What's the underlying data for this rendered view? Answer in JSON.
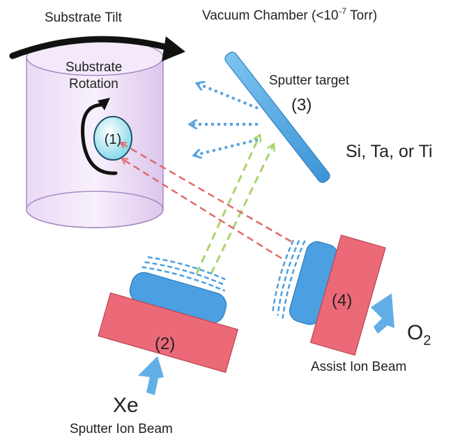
{
  "labels": {
    "substrate_tilt": "Substrate Tilt",
    "chamber_main": "Vacuum Chamber (<10",
    "chamber_exp": "-7",
    "chamber_tail": " Torr)",
    "substrate_rotation_1": "Substrate",
    "substrate_rotation_2": "Rotation",
    "substrate_num": "(1)",
    "sputter_target": "Sputter target",
    "target_num": "(3)",
    "target_material": "Si, Ta, or Ti",
    "sputter_source_num": "(2)",
    "assist_source_num": "(4)",
    "gas_xe": "Xe",
    "gas_o": "O",
    "gas_o_sub": "2",
    "sputter_ion_beam": "Sputter Ion Beam",
    "assist_ion_beam": "Assist Ion Beam"
  },
  "colors": {
    "substrate_fill": "#e4d4f0",
    "substrate_stroke": "#a98bc4",
    "target": "#5aaee6",
    "ion_source_body": "#ec6a78",
    "ion_source_grid": "#4c9fe0",
    "gas_arrow": "#62aee6",
    "sputter_beam": "#a8d46a",
    "assist_beam": "#e06a6a",
    "sputtered_flux": "#5aa2e0",
    "substrate_disk": "#9fe4ee"
  }
}
